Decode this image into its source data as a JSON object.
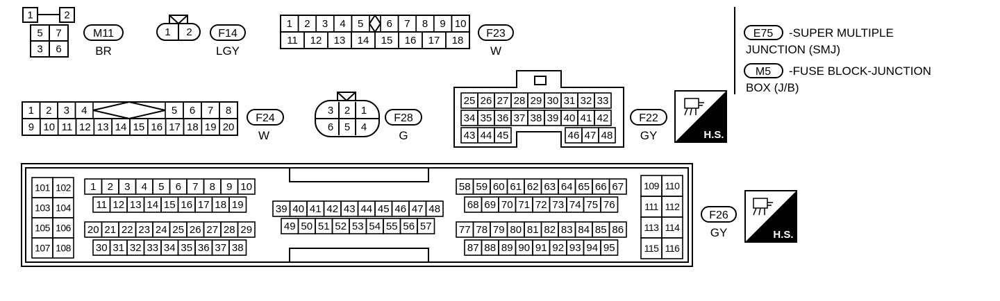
{
  "connectors": {
    "m11": {
      "code": "M11",
      "color": "BR",
      "pins_top": [
        "1",
        "2"
      ],
      "pins_mid": [
        "5",
        "7"
      ],
      "pins_bot": [
        "3",
        "6"
      ]
    },
    "f14": {
      "code": "F14",
      "color": "LGY",
      "pins": [
        "1",
        "2"
      ]
    },
    "f23": {
      "code": "F23",
      "color": "W",
      "row1": [
        "1",
        "2",
        "3",
        "4",
        "5",
        "6",
        "7",
        "8",
        "9",
        "10"
      ],
      "row2": [
        "11",
        "12",
        "13",
        "14",
        "15",
        "16",
        "17",
        "18"
      ]
    },
    "f24": {
      "code": "F24",
      "color": "W",
      "row1a": [
        "1",
        "2",
        "3",
        "4"
      ],
      "row1b": [
        "5",
        "6",
        "7",
        "8"
      ],
      "row2": [
        "9",
        "10",
        "11",
        "12",
        "13",
        "14",
        "15",
        "16",
        "17",
        "18",
        "19",
        "20"
      ]
    },
    "f28": {
      "code": "F28",
      "color": "G",
      "row1": [
        "3",
        "2",
        "1"
      ],
      "row2": [
        "6",
        "5",
        "4"
      ]
    },
    "f22": {
      "code": "F22",
      "color": "GY",
      "row1": [
        "25",
        "26",
        "27",
        "28",
        "29",
        "30",
        "31",
        "32",
        "33"
      ],
      "row2": [
        "34",
        "35",
        "36",
        "37",
        "38",
        "39",
        "40",
        "41",
        "42"
      ],
      "row3a": [
        "43",
        "44",
        "45"
      ],
      "row3b": [
        "46",
        "47",
        "48"
      ]
    },
    "f26": {
      "code": "F26",
      "color": "GY",
      "left": [
        [
          "101",
          "102"
        ],
        [
          "103",
          "104"
        ],
        [
          "105",
          "106"
        ],
        [
          "107",
          "108"
        ]
      ],
      "gA1": [
        "1",
        "2",
        "3",
        "4",
        "5",
        "6",
        "7",
        "8",
        "9",
        "10"
      ],
      "gA2": [
        "11",
        "12",
        "13",
        "14",
        "15",
        "16",
        "17",
        "18",
        "19"
      ],
      "gB1": [
        "20",
        "21",
        "22",
        "23",
        "24",
        "25",
        "26",
        "27",
        "28",
        "29"
      ],
      "gB2": [
        "30",
        "31",
        "32",
        "33",
        "34",
        "35",
        "36",
        "37",
        "38"
      ],
      "gC1": [
        "39",
        "40",
        "41",
        "42",
        "43",
        "44",
        "45",
        "46",
        "47",
        "48"
      ],
      "gC2": [
        "49",
        "50",
        "51",
        "52",
        "53",
        "54",
        "55",
        "56",
        "57"
      ],
      "gD1": [
        "58",
        "59",
        "60",
        "61",
        "62",
        "63",
        "64",
        "65",
        "66",
        "67"
      ],
      "gD2": [
        "68",
        "69",
        "70",
        "71",
        "72",
        "73",
        "74",
        "75",
        "76"
      ],
      "gE1": [
        "77",
        "78",
        "79",
        "80",
        "81",
        "82",
        "83",
        "84",
        "85",
        "86"
      ],
      "gE2": [
        "87",
        "88",
        "89",
        "90",
        "91",
        "92",
        "93",
        "94",
        "95"
      ],
      "right": [
        [
          "109",
          "110"
        ],
        [
          "111",
          "112"
        ],
        [
          "113",
          "114"
        ],
        [
          "115",
          "116"
        ]
      ]
    }
  },
  "legend": {
    "e75_code": "E75",
    "e75_line1": "-SUPER MULTIPLE",
    "e75_line2": "JUNCTION (SMJ)",
    "m5_code": "M5",
    "m5_line1": "-FUSE BLOCK-JUNCTION",
    "m5_line2": "BOX (J/B)"
  },
  "hs_label": "H.S."
}
